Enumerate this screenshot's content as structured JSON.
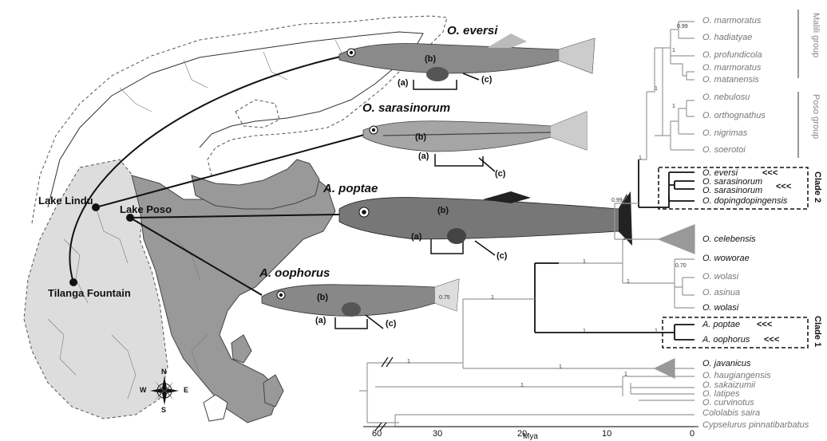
{
  "map": {
    "locations": [
      {
        "id": "lindu",
        "label": "Lake Lindu"
      },
      {
        "id": "poso",
        "label": "Lake Poso"
      },
      {
        "id": "tilanga",
        "label": "Tilanga Fountain"
      }
    ],
    "compass": {
      "n": "N",
      "e": "E",
      "s": "S",
      "w": "W"
    }
  },
  "fishes": [
    {
      "name": "O. eversi"
    },
    {
      "name": "O. sarasinorum"
    },
    {
      "name": "A. poptae"
    },
    {
      "name": "A. oophorus"
    }
  ],
  "fish_marks": {
    "a": "(a)",
    "b": "(b)",
    "c": "(c)"
  },
  "tree": {
    "tips": [
      "O. marmoratus",
      "O. hadiatyae",
      "O. profundicola",
      "O. marmoratus",
      "O. matanensis",
      "O. nebulosu",
      "O. orthognathus",
      "O. nigrimas",
      "O. soerotoi",
      "O. eversi",
      "O. sarasinorum",
      "O. sarasinorum",
      "O. dopingdopingensis",
      "O. celebensis",
      "O. woworae",
      "O. wolasi",
      "O. asinua",
      "O. wolasi",
      "A. poptae",
      "A. oophorus",
      "O. javanicus",
      "O. haugiangensis",
      "O. sakaizumii",
      "O. latipes",
      "O. curvinotus",
      "Cololabis saira",
      "Cypselurus pinnatibarbatus"
    ],
    "support_values": {
      "one": "1",
      "a": "0.99",
      "b": "0.99",
      "c": "0.70",
      "d": "0.75"
    },
    "groups": [
      {
        "label": "Malili group"
      },
      {
        "label": "Poso group"
      },
      {
        "label": "Clade 2"
      },
      {
        "label": "Clade 1"
      }
    ],
    "highlight_marker": "<<<",
    "axis": {
      "ticks": [
        "60",
        "30",
        "20",
        "10",
        "0"
      ],
      "label": "Mya"
    }
  }
}
